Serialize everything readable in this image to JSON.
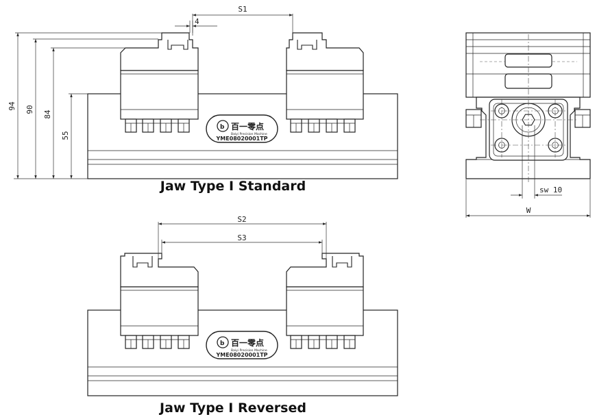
{
  "captions": {
    "standard": "Jaw Type Ⅰ Standard",
    "reversed": "Jaw Type Ⅰ Reversed"
  },
  "dimensions": {
    "s1": "S1",
    "s2": "S2",
    "s3": "S3",
    "jaw_offset": "4",
    "h94": "94",
    "h90": "90",
    "h84": "84",
    "h55": "55",
    "sw": "sw 10",
    "w": "W"
  },
  "nameplate": {
    "brand_cn": "百一零点",
    "brand_en": "Baiyi Precision Machine",
    "model": "YME08020001TP"
  }
}
